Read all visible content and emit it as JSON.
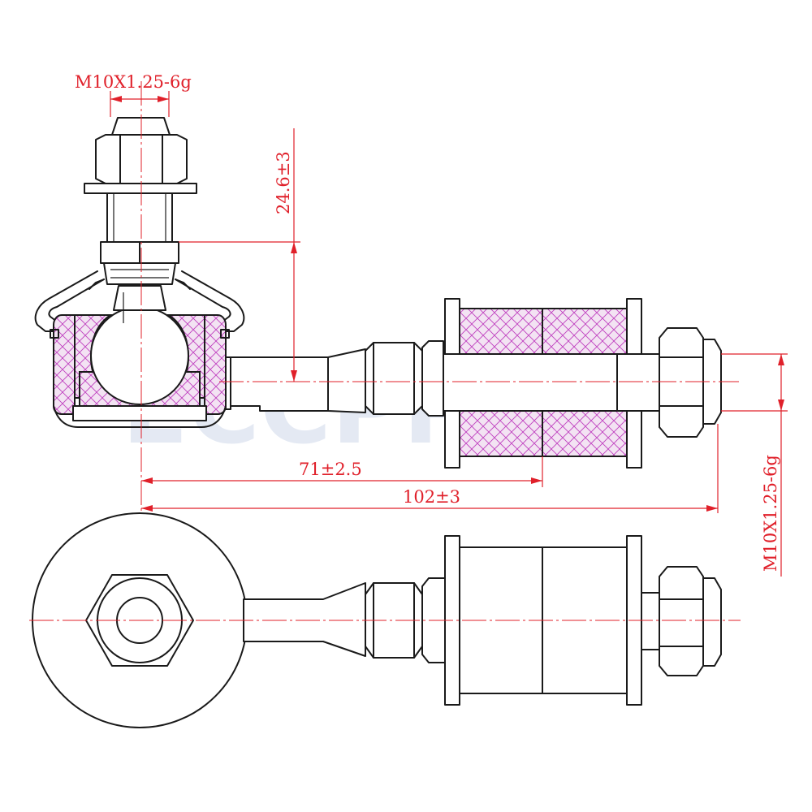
{
  "diagram": {
    "watermark": "ECCPP",
    "views": [
      "side-section-view",
      "end-view"
    ],
    "dimensions": {
      "thread_top": "M10X1.25-6g",
      "stud_height": "24.6±3",
      "center_distance_1": "71±2.5",
      "center_distance_2": "102±3",
      "thread_right": "M10X1.25-6g"
    },
    "colors": {
      "outline": "#1a1a1a",
      "dimension": "#e0202a",
      "rubber_hatch": "#c040c0",
      "watermark": "#9fb4d6"
    }
  }
}
